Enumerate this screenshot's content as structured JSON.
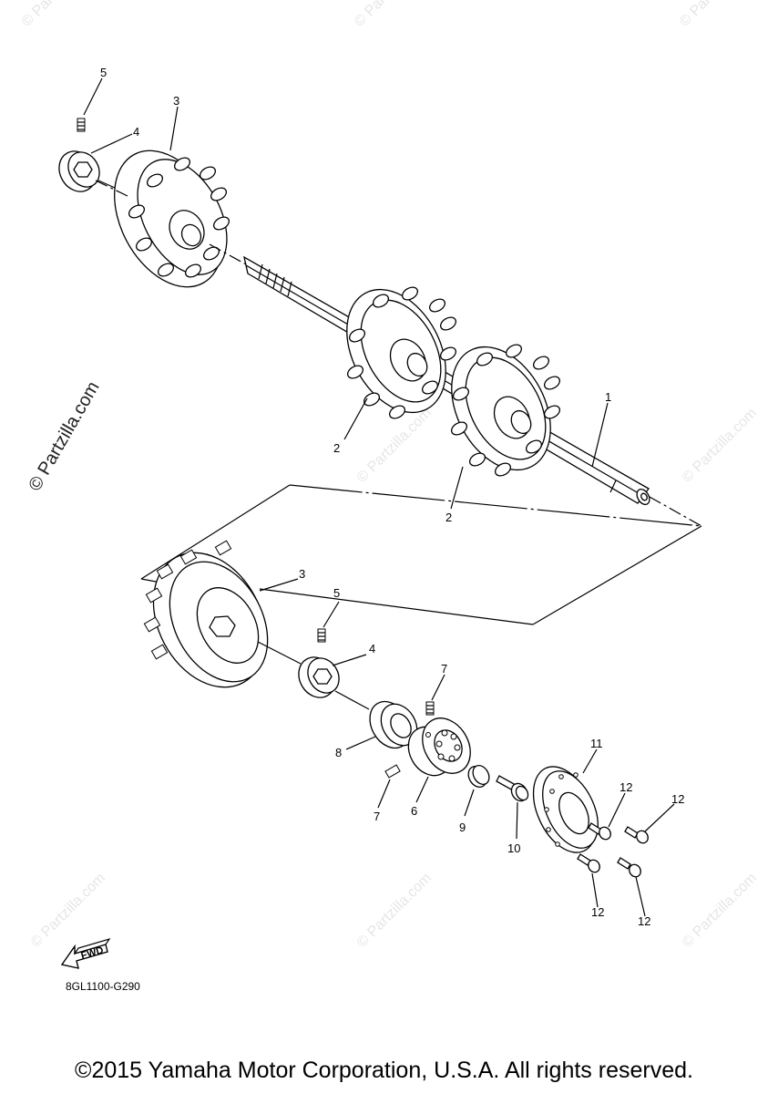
{
  "watermark": {
    "side_text": "© Partzilla.com",
    "faint_text": "© Partzilla.com"
  },
  "callouts": {
    "c1": "1",
    "c2a": "2",
    "c2b": "2",
    "c3a": "3",
    "c3b": "3",
    "c4a": "4",
    "c4b": "4",
    "c5a": "5",
    "c5b": "5",
    "c6": "6",
    "c7a": "7",
    "c7b": "7",
    "c8": "8",
    "c9": "9",
    "c10": "10",
    "c11": "11",
    "c12a": "12",
    "c12b": "12",
    "c12c": "12",
    "c12d": "12"
  },
  "fwd_label": "FWD",
  "diagram_code": "8GL1100-G290",
  "copyright": "©2015 Yamaha Motor Corporation, U.S.A. All rights reserved."
}
